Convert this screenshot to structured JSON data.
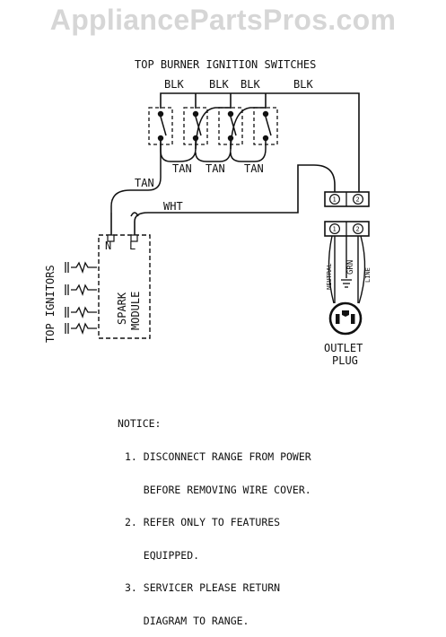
{
  "watermark": "AppliancePartsPros.com",
  "switches_title": "TOP BURNER IGNITION SWITCHES",
  "wire_labels": {
    "blk": "BLK",
    "tan": "TAN",
    "wht": "WHT",
    "grn": "GRN",
    "neutral": "NEUTRAL",
    "line": "LINE"
  },
  "terminals": {
    "n": "N",
    "l": "L",
    "one": "1",
    "two": "2"
  },
  "spark_module": [
    "SPARK",
    "MODULE"
  ],
  "top_ignitors": "TOP IGNITORS",
  "outlet_plug": [
    "OUTLET",
    "PLUG"
  ],
  "notice": {
    "heading": "NOTICE:",
    "items": [
      "1. DISCONNECT RANGE FROM POWER",
      "   BEFORE REMOVING WIRE COVER.",
      "2. REFER ONLY TO FEATURES",
      "   EQUIPPED.",
      "3. SERVICER PLEASE RETURN",
      "   DIAGRAM TO RANGE."
    ]
  }
}
